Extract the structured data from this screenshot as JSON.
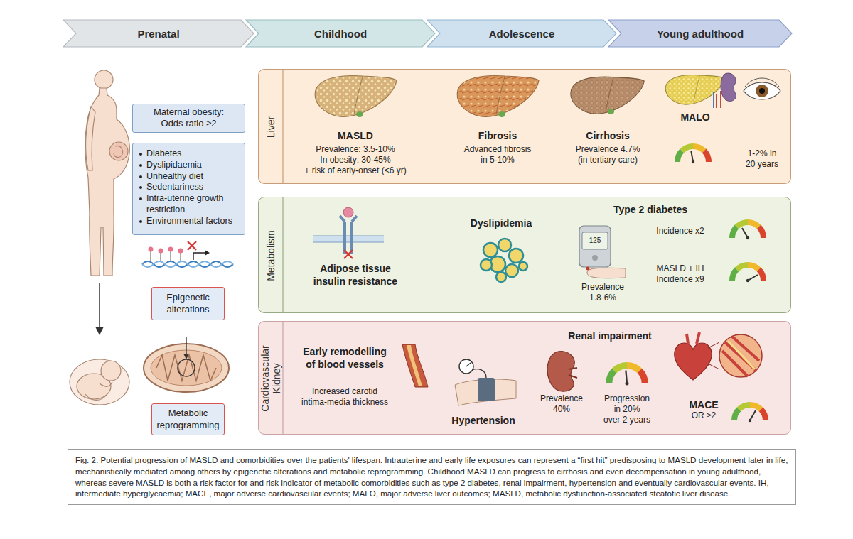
{
  "diagram": {
    "caption": "Fig. 2. Potential progression of MASLD and comorbidities over the patients' lifespan. Intrauterine and early life exposures can represent a “first hit” predisposing to MASLD development later in life, mechanistically mediated among others by epigenetic alterations and metabolic reprogramming. Childhood MASLD can progress to cirrhosis and even decompensation in young adulthood, whereas severe MASLD is both a risk factor for and risk indicator of metabolic comorbidities such as type 2 diabetes, renal impairment, hypertension and eventually cardiovascular events. IH, intermediate hyperglycaemia; MACE, major adverse cardiovascular events; MALO, major adverse liver outcomes; MASLD, metabolic dysfunction-associated steatotic liver disease.",
    "nodes": [
      {
        "text": [
          "Prenatal"
        ]
      },
      {
        "text": [
          "Childhood"
        ]
      },
      {
        "text": [
          "Adolescence"
        ]
      },
      {
        "text": [
          "Young adulthood"
        ]
      },
      {
        "text": [
          "Maternal obesity:",
          "Odds ratio ≥2"
        ]
      },
      {
        "text": [
          "Diabetes",
          "Dyslipidaemia",
          "Unhealthy diet",
          "Sedentariness",
          "Intra-uterine growth restriction",
          "Environmental factors"
        ]
      },
      {
        "text": [
          "Epigenetic alterations"
        ]
      },
      {
        "text": [
          "Metabolic reprogramming"
        ]
      },
      {
        "text": [
          "Liver"
        ]
      },
      {
        "text": [
          "Metabolism"
        ]
      },
      {
        "text": [
          "Cardiovascular Kidney"
        ]
      }
    ],
    "labels": [
      "MASLD",
      "Prevalence: 3.5-10%",
      "In obesity: 30-45%",
      "+ risk of early-onset (<6 yr)",
      "Fibrosis",
      "Advanced fibrosis",
      "in 5-10%",
      "Cirrhosis",
      "Prevalence 4.7%",
      "(in tertiary care)",
      "MALO",
      "1-2% in",
      "20 years",
      "Adipose tissue",
      "insulin resistance",
      "Dyslipidemia",
      "Type 2 diabetes",
      "125",
      "Prevalence",
      "1.8-6%",
      "Incidence x2",
      "MASLD + IH",
      "Incidence x9",
      "Early remodelling",
      "of blood vessels",
      "Increased carotid",
      "intima-media thickness",
      "Hypertension",
      "Renal impairment",
      "Prevalence",
      "40%",
      "Progression",
      "in 20%",
      "over 2 years",
      "MACE",
      "OR ≥2"
    ]
  }
}
